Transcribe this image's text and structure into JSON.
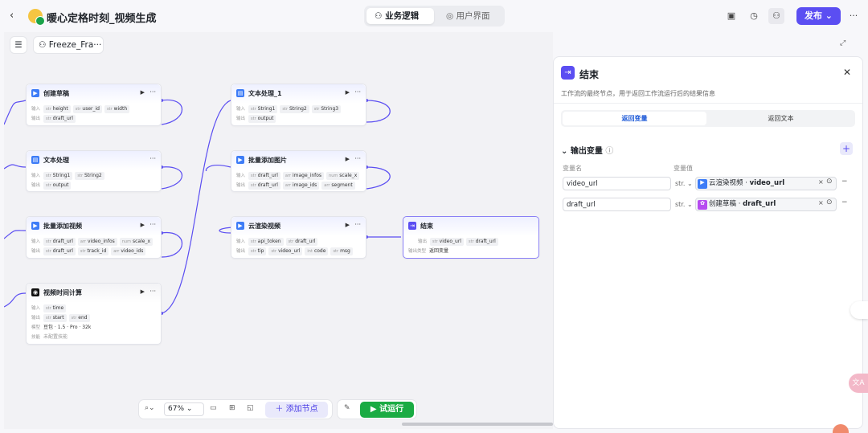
{
  "app": {
    "title": "暖心定格时刻_视频生成",
    "tabs": [
      "业务逻辑",
      "用户界面"
    ],
    "publish": "发布"
  },
  "canvas": {
    "workflow_name": "Freeze_Fra···",
    "zoom": "67%",
    "add_node": "添加节点",
    "run": "试运行"
  },
  "labels": {
    "input": "输入",
    "output": "输出",
    "model": "模型",
    "skill": "技能",
    "output_type": "输出类型"
  },
  "nodes": {
    "create_draft": {
      "title": "创建草稿",
      "inputs": [
        "height",
        "user_id",
        "width"
      ],
      "outputs": [
        "draft_url"
      ]
    },
    "text_proc": {
      "title": "文本处理",
      "inputs": [
        "String1",
        "String2"
      ],
      "outputs": [
        "output"
      ]
    },
    "batch_video": {
      "title": "批量添加视频",
      "inputs": [
        "draft_url",
        "video_infos",
        "scale_x"
      ],
      "outputs": [
        "draft_url",
        "track_id",
        "video_ids"
      ]
    },
    "video_time": {
      "title": "视频时间计算",
      "inputs": [
        "time"
      ],
      "outputs": [
        "start",
        "end"
      ],
      "model": "豆包 · 1.5 · Pro · 32k",
      "skill": "未配置技能"
    },
    "text_proc1": {
      "title": "文本处理_1",
      "inputs": [
        "String1",
        "String2",
        "String3"
      ],
      "outputs": [
        "output"
      ]
    },
    "batch_image": {
      "title": "批量添加图片",
      "inputs": [
        "draft_url",
        "image_infos",
        "scale_x"
      ],
      "outputs": [
        "draft_url",
        "image_ids",
        "segment"
      ]
    },
    "cloud_render": {
      "title": "云渲染视频",
      "inputs": [
        "api_token",
        "draft_url"
      ],
      "outputs": [
        "tip",
        "video_url",
        "code",
        "msg"
      ]
    },
    "end": {
      "title": "结束",
      "outputs": [
        "video_url",
        "draft_url"
      ],
      "output_type": "返回变量"
    }
  },
  "panel": {
    "title": "结束",
    "desc": "工作流的最终节点，用于返回工作流运行后的结果信息",
    "tabs": [
      "返回变量",
      "返回文本"
    ],
    "section": "输出变量",
    "col_name": "变量名",
    "col_value": "变量值",
    "rows": [
      {
        "name": "video_url",
        "type": "str.",
        "source": "云渲染视频",
        "var": "video_url"
      },
      {
        "name": "draft_url",
        "type": "str.",
        "source": "创建草稿",
        "var": "draft_url"
      }
    ]
  }
}
